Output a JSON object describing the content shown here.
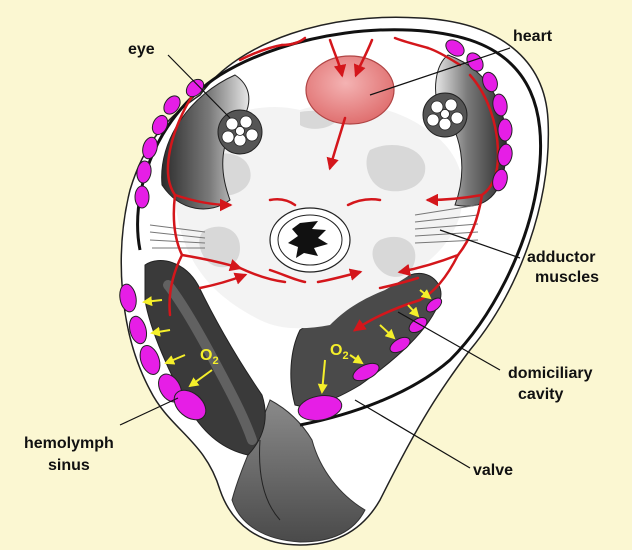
{
  "labels": {
    "eye": "eye",
    "heart": "heart",
    "adductor_line1": "adductor",
    "adductor_line2": "muscles",
    "domiciliary_line1": "domiciliary",
    "domiciliary_line2": "cavity",
    "hemolymph_line1": "hemolymph",
    "hemolymph_line2": "sinus",
    "valve": "valve",
    "o2_main": "O",
    "o2_sub": "2"
  },
  "colors": {
    "background": "#fbf7d2",
    "vessel": "#d4161b",
    "heart": "#e98a8a",
    "sinus": "#e61ee6",
    "oxygen_arrow": "#f5ef2a",
    "tissue_dark": "#3a3a3a",
    "tissue_light": "#d9d9d9"
  }
}
